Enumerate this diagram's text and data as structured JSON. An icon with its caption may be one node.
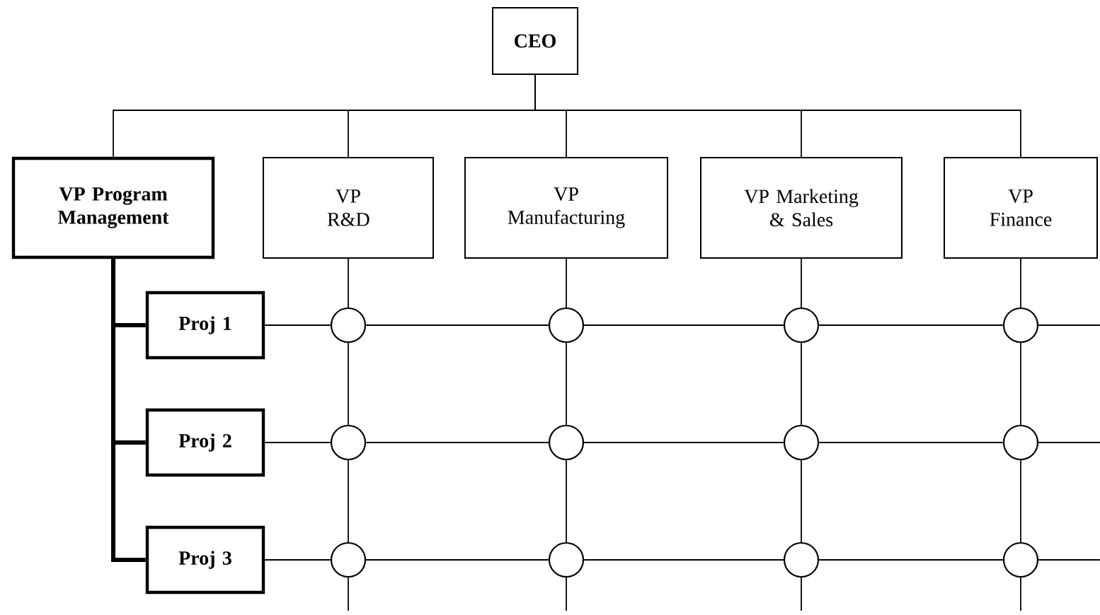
{
  "diagram": {
    "nodes": [
      {
        "text": [
          "CEO"
        ]
      },
      {
        "text": [
          "VP Program Management"
        ]
      },
      {
        "text": [
          "VP R&D"
        ]
      },
      {
        "text": [
          "VP Manufacturing"
        ]
      },
      {
        "text": [
          "VP Marketing & Sales"
        ]
      },
      {
        "text": [
          "VP Finance"
        ]
      },
      {
        "text": [
          "Proj 1"
        ]
      },
      {
        "text": [
          "Proj 2"
        ]
      },
      {
        "text": [
          "Proj 3"
        ]
      },
      {
        "text": [],
        "shape": "circle"
      },
      {
        "text": [],
        "shape": "circle"
      },
      {
        "text": [],
        "shape": "circle"
      },
      {
        "text": [],
        "shape": "circle"
      },
      {
        "text": [],
        "shape": "circle"
      },
      {
        "text": [],
        "shape": "circle"
      },
      {
        "text": [],
        "shape": "circle"
      },
      {
        "text": [],
        "shape": "circle"
      },
      {
        "text": [],
        "shape": "circle"
      },
      {
        "text": [],
        "shape": "circle"
      },
      {
        "text": [],
        "shape": "circle"
      },
      {
        "text": [],
        "shape": "circle"
      }
    ],
    "edges": [
      {
        "from": 0,
        "to": 1,
        "arrow": "none"
      },
      {
        "from": 0,
        "to": 2,
        "arrow": "none"
      },
      {
        "from": 0,
        "to": 3,
        "arrow": "none"
      },
      {
        "from": 0,
        "to": 4,
        "arrow": "none"
      },
      {
        "from": 0,
        "to": 5,
        "arrow": "none"
      },
      {
        "from": 1,
        "to": 6,
        "arrow": "none",
        "style": "thick"
      },
      {
        "from": 1,
        "to": 7,
        "arrow": "none",
        "style": "thick"
      },
      {
        "from": 1,
        "to": 8,
        "arrow": "none",
        "style": "thick"
      },
      {
        "from": 2,
        "to": 9,
        "arrow": "none"
      },
      {
        "from": 3,
        "to": 10,
        "arrow": "none"
      },
      {
        "from": 4,
        "to": 11,
        "arrow": "none"
      },
      {
        "from": 5,
        "to": 12,
        "arrow": "none"
      },
      {
        "from": 9,
        "to": 13,
        "arrow": "none"
      },
      {
        "from": 10,
        "to": 14,
        "arrow": "none"
      },
      {
        "from": 11,
        "to": 15,
        "arrow": "none"
      },
      {
        "from": 12,
        "to": 16,
        "arrow": "none"
      },
      {
        "from": 13,
        "to": 17,
        "arrow": "none"
      },
      {
        "from": 14,
        "to": 18,
        "arrow": "none"
      },
      {
        "from": 15,
        "to": 19,
        "arrow": "none"
      },
      {
        "from": 16,
        "to": 20,
        "arrow": "none"
      },
      {
        "from": 17,
        "to": null,
        "arrow": "none"
      },
      {
        "from": 18,
        "to": null,
        "arrow": "none"
      },
      {
        "from": 19,
        "to": null,
        "arrow": "none"
      },
      {
        "from": 20,
        "to": null,
        "arrow": "none"
      },
      {
        "from": 6,
        "to": 9,
        "arrow": "none"
      },
      {
        "from": 7,
        "to": 13,
        "arrow": "none"
      },
      {
        "from": 8,
        "to": 17,
        "arrow": "none"
      },
      {
        "from": 9,
        "to": 10,
        "arrow": "none"
      },
      {
        "from": 10,
        "to": 11,
        "arrow": "none"
      },
      {
        "from": 11,
        "to": 12,
        "arrow": "none"
      },
      {
        "from": 13,
        "to": 14,
        "arrow": "none"
      },
      {
        "from": 14,
        "to": 15,
        "arrow": "none"
      },
      {
        "from": 15,
        "to": 16,
        "arrow": "none"
      },
      {
        "from": 17,
        "to": 18,
        "arrow": "none"
      },
      {
        "from": 18,
        "to": 19,
        "arrow": "none"
      },
      {
        "from": 19,
        "to": 20,
        "arrow": "none"
      },
      {
        "from": 12,
        "to": null,
        "arrow": "none"
      },
      {
        "from": 16,
        "to": null,
        "arrow": "none"
      },
      {
        "from": 20,
        "to": null,
        "arrow": "none"
      }
    ]
  }
}
